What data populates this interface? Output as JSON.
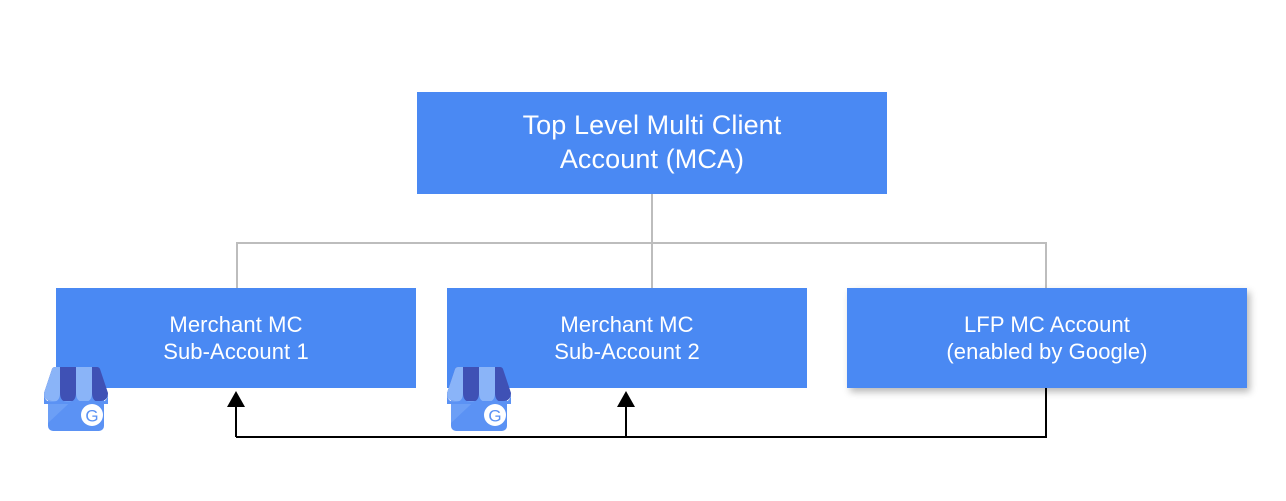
{
  "diagram": {
    "type": "hierarchy-tree",
    "title": "Google Merchant Center multi client account structure",
    "colors": {
      "node_fill": "#4a89f3",
      "node_text": "#ffffff",
      "tree_connector": "#bdbdbd",
      "feedback_connector": "#000000",
      "canvas": "#ffffff"
    },
    "nodes": [
      {
        "id": "mca",
        "label": "Top Level Multi Client\nAccount (MCA)",
        "level": 1
      },
      {
        "id": "sub1",
        "label": "Merchant MC\nSub-Account 1",
        "level": 2
      },
      {
        "id": "sub2",
        "label": "Merchant MC\nSub-Account 2",
        "level": 2
      },
      {
        "id": "lfp",
        "label": "LFP MC Account\n(enabled by Google)",
        "level": 2
      }
    ],
    "icons": [
      {
        "id": "gbp-1",
        "name": "google-business-profile-icon",
        "attached_to": "sub1"
      },
      {
        "id": "gbp-2",
        "name": "google-business-profile-icon",
        "attached_to": "sub2"
      }
    ],
    "edges": [
      {
        "from": "mca",
        "to": "sub1",
        "style": "tree",
        "arrow": false
      },
      {
        "from": "mca",
        "to": "sub2",
        "style": "tree",
        "arrow": false
      },
      {
        "from": "mca",
        "to": "lfp",
        "style": "tree",
        "arrow": false
      },
      {
        "from": "lfp",
        "to": "sub1",
        "style": "feedback",
        "arrow": true
      },
      {
        "from": "lfp",
        "to": "sub2",
        "style": "feedback",
        "arrow": true
      }
    ]
  }
}
